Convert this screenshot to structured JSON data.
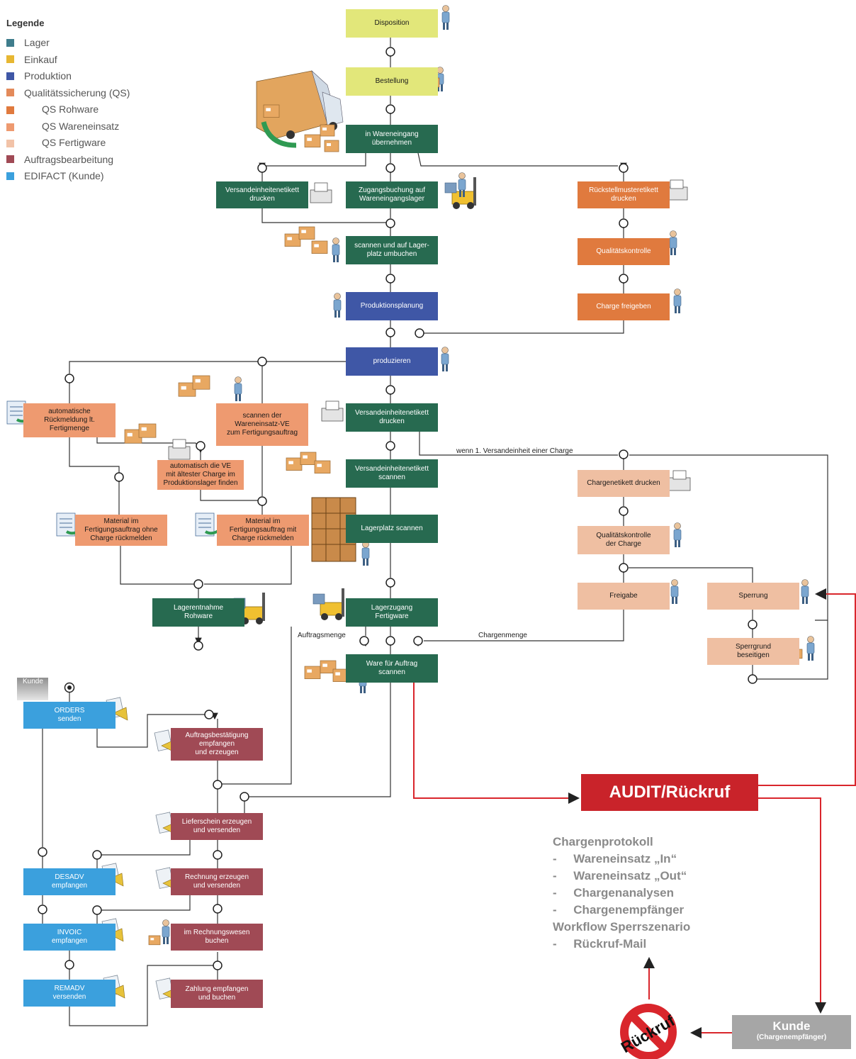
{
  "legend": {
    "title": "Legende",
    "items": [
      {
        "label": "Lager",
        "color": "#3f7d8c",
        "indent": false
      },
      {
        "label": "Einkauf",
        "color": "#e7b732",
        "indent": false
      },
      {
        "label": "Produktion",
        "color": "#3f57a6",
        "indent": false
      },
      {
        "label": "Qualitätssicherung (QS)",
        "color": "#e38a5a",
        "indent": false
      },
      {
        "label": "QS Rohware",
        "color": "#e07a3e",
        "indent": true
      },
      {
        "label": "QS Wareneinsatz",
        "color": "#ee9a70",
        "indent": true
      },
      {
        "label": "QS Fertigware",
        "color": "#f2c3a8",
        "indent": true
      },
      {
        "label": "Auftragsbearbeitung",
        "color": "#a04a55",
        "indent": false
      },
      {
        "label": "EDIFACT (Kunde)",
        "color": "#3ba0dd",
        "indent": false
      }
    ]
  },
  "colors": {
    "einkauf": "#e2e77a",
    "lager": "#276a50",
    "produktion": "#3f57a6",
    "qs_roh": "#e07a3e",
    "qs_einsatz": "#ee9a70",
    "qs_fertig": "#efbfa2",
    "auftrag": "#a04a55",
    "edifact": "#3ba0dd",
    "audit": "#c9232a"
  },
  "nodes": {
    "disposition": "Disposition",
    "bestellung": "Bestellung",
    "wareneingang": "in Wareneingang\nübernehmen",
    "ve_etikett_drucken": "Versandeinheitenetikett\ndrucken",
    "zugangsbuchung": "Zugangsbuchung auf\nWareneingangslager",
    "rueckstell": "Rückstellmusteretikett\ndrucken",
    "scannen_lagerplatz": "scannen und auf Lager-\nplatz umbuchen",
    "qualitaetskontrolle": "Qualitätskontrolle",
    "produktionsplanung": "Produktionsplanung",
    "charge_freigeben": "Charge freigeben",
    "produzieren": "produzieren",
    "auto_rueckmeldung": "automatische\nRückmeldung lt.\nFertigmenge",
    "scannen_wareneinsatz": "scannen der\nWareneinsatz-VE\nzum Fertigungsauftrag",
    "ve_etikett_drucken2": "Versandeinheitenetikett\ndrucken",
    "auto_ve": "automatisch die VE\nmit ältester Charge im\nProduktionslager finden",
    "ve_etikett_scannen": "Versandeinheitenetikett\nscannen",
    "chargenetikett": "Chargenetikett drucken",
    "material_ohne": "Material im\nFertigungsauftrag ohne\nCharge rückmelden",
    "material_mit": "Material im\nFertigungsauftrag mit\nCharge rückmelden",
    "lagerplatz_scannen": "Lagerplatz scannen",
    "qk_charge": "Qualitätskontrolle\nder Charge",
    "freigabe": "Freigabe",
    "sperrung": "Sperrung",
    "lagerentnahme": "Lagerentnahme\nRohware",
    "lagerzugang": "Lagerzugang\nFertigware",
    "sperrgrund": "Sperrgrund\nbeseitigen",
    "ware_scannen": "Ware für Auftrag\nscannen",
    "orders": "ORDERS\nsenden",
    "auftragsbestaetigung": "Auftragsbestätigung\nempfangen\nund erzeugen",
    "lieferschein": "Lieferschein erzeugen\nund versenden",
    "desadv": "DESADV\nempfangen",
    "rechnung": "Rechnung erzeugen\nund versenden",
    "invoic": "INVOIC\nempfangen",
    "rechnungswesen": "im Rechnungswesen\nbuchen",
    "remadv": "REMADV\nversenden",
    "zahlung": "Zahlung empfangen\nund buchen"
  },
  "labels": {
    "wenn_charge": "wenn 1. Versandeinheit einer Charge",
    "auftragsmenge": "Auftragsmenge",
    "chargenmenge": "Chargenmenge",
    "kunde_tag": "Kunde"
  },
  "audit": {
    "label": "AUDIT/Rückruf"
  },
  "protokoll": {
    "heading": "Chargenprotokoll",
    "items": [
      "Wareneinsatz „In“",
      "Wareneinsatz „Out“",
      "Chargenanalysen",
      "Chargenempfänger"
    ],
    "heading2": "Workflow Sperrszenario",
    "items2": [
      "Rückruf-Mail"
    ]
  },
  "kunde_box": {
    "title": "Kunde",
    "subtitle": "(Chargenempfänger)"
  },
  "rueckruf_sign": {
    "label": "Rückruf"
  }
}
